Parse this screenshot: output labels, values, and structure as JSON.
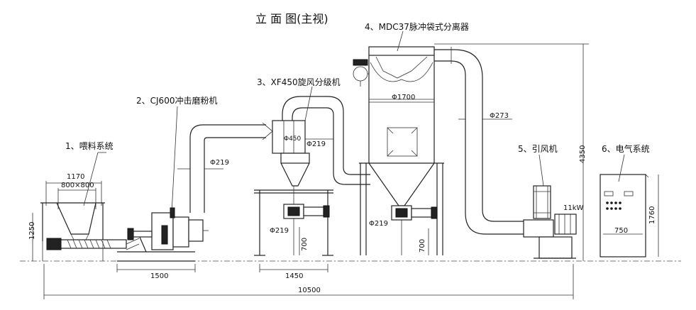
{
  "title": "立 面 图(主视)",
  "components": [
    {
      "id": "feeding",
      "label": "1、喂料系统"
    },
    {
      "id": "mill",
      "label": "2、CJ600冲击磨粉机"
    },
    {
      "id": "classifier",
      "label": "3、XF450旋风分级机"
    },
    {
      "id": "collector",
      "label": "4、MDC37脉冲袋式分离器"
    },
    {
      "id": "fan",
      "label": "5、引风机"
    },
    {
      "id": "electric",
      "label": "6、电气系统"
    }
  ],
  "dimensions": {
    "feed_width": "1170",
    "hopper_size": "800×800",
    "feed_height": "1250",
    "mill_base": "1500",
    "pipe_dia_1": "Φ219",
    "cyclone_dia": "Φ450",
    "pipe_dia_2": "Φ219",
    "classifier_base": "1450",
    "cyclone_outlet": "Φ219",
    "leg_height_1": "700",
    "bag_dia": "Φ1700",
    "collector_outlet": "Φ219",
    "leg_height_2": "700",
    "exhaust_dia": "Φ273",
    "motor_power": "11kW",
    "cabinet_width": "750",
    "cabinet_height": "1760",
    "total_height": "4350",
    "total_length": "10500"
  },
  "colors": {
    "line": "#222222",
    "background": "#ffffff"
  }
}
